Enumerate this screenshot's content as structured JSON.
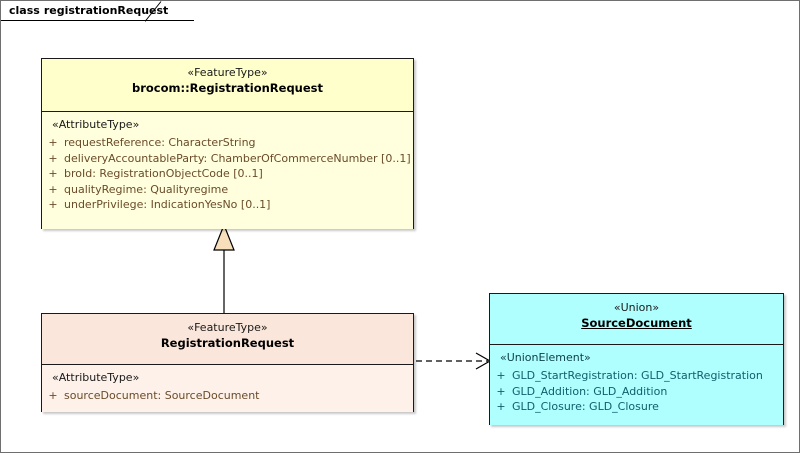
{
  "diagram": {
    "kind_label": "class",
    "title": "registrationRequest",
    "background_color": "#ffffff",
    "border_color": "#6f6f6f"
  },
  "classes": {
    "brocom_registration_request": {
      "stereotype": "«FeatureType»",
      "name": "brocom::RegistrationRequest",
      "name_underlined": false,
      "fill_color": "#ffffcc",
      "compartment_stereotype": "«AttributeType»",
      "attributes": [
        {
          "visibility": "+",
          "signature": "requestReference: CharacterString"
        },
        {
          "visibility": "+",
          "signature": "deliveryAccountableParty: ChamberOfCommerceNumber [0..1]"
        },
        {
          "visibility": "+",
          "signature": "broId: RegistrationObjectCode [0..1]"
        },
        {
          "visibility": "+",
          "signature": "qualityRegime: Qualityregime"
        },
        {
          "visibility": "+",
          "signature": "underPrivilege: IndicationYesNo [0..1]"
        }
      ]
    },
    "registration_request": {
      "stereotype": "«FeatureType»",
      "name": "RegistrationRequest",
      "name_underlined": false,
      "fill_color": "#fae6da",
      "compartment_stereotype": "«AttributeType»",
      "attributes": [
        {
          "visibility": "+",
          "signature": "sourceDocument: SourceDocument"
        }
      ]
    },
    "source_document": {
      "stereotype": "«Union»",
      "name": "SourceDocument",
      "name_underlined": true,
      "fill_color": "#b0ffff",
      "compartment_stereotype": "«UnionElement»",
      "attributes": [
        {
          "visibility": "+",
          "signature": "GLD_StartRegistration: GLD_StartRegistration"
        },
        {
          "visibility": "+",
          "signature": "GLD_Addition: GLD_Addition"
        },
        {
          "visibility": "+",
          "signature": "GLD_Closure: GLD_Closure"
        }
      ]
    }
  },
  "connectors": {
    "generalization": {
      "type": "generalization",
      "from": "RegistrationRequest",
      "to": "brocom::RegistrationRequest",
      "line_style": "solid",
      "arrow_head": "hollow-triangle",
      "arrow_fill_color": "#f7dfbc",
      "line_color": "#000000"
    },
    "dependency": {
      "type": "dependency",
      "from": "RegistrationRequest",
      "to": "SourceDocument",
      "line_style": "dashed",
      "arrow_head": "open-arrow",
      "line_color": "#000000"
    }
  }
}
